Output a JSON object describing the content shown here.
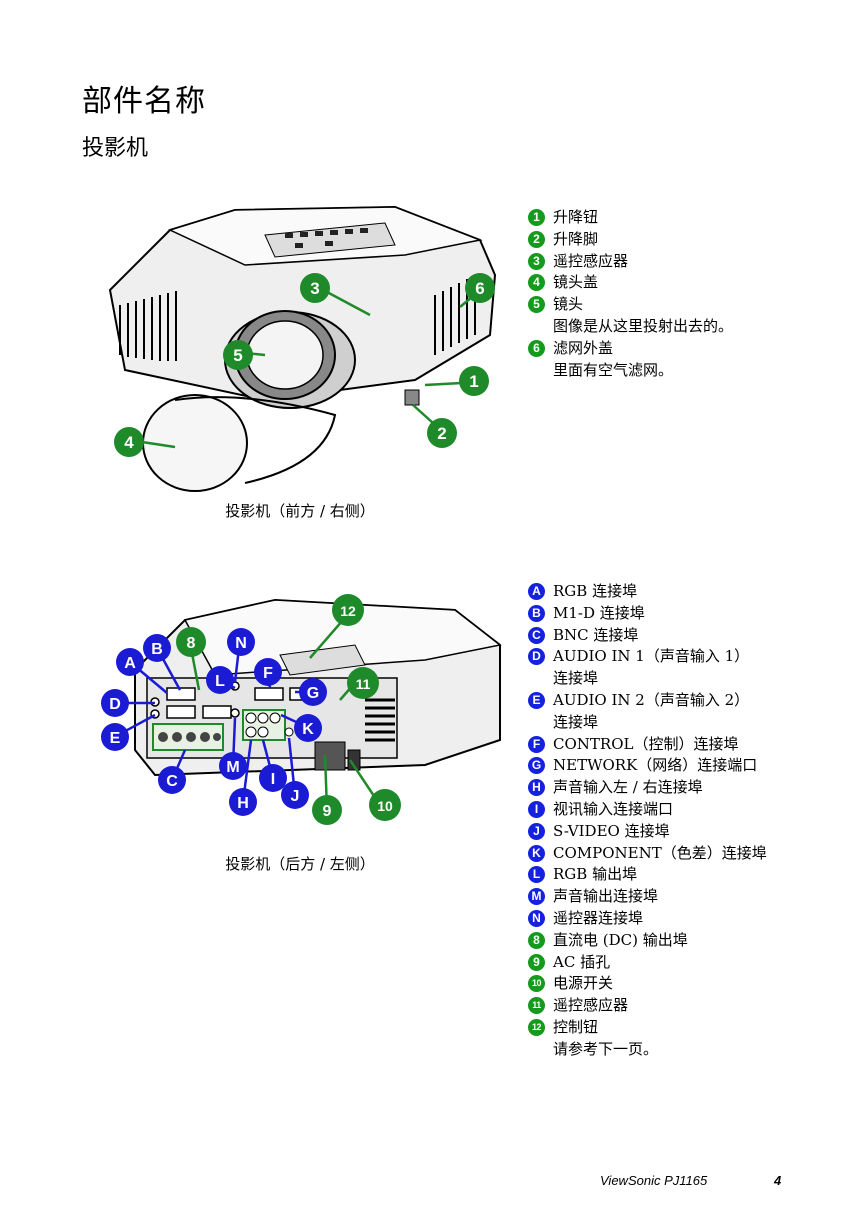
{
  "title": "部件名称",
  "subtitle": "投影机",
  "colors": {
    "green_badge": "#149a1c",
    "blue_badge": "#1422e0",
    "callout_green": "#1f8a2a",
    "callout_blue": "#1b1bd4"
  },
  "front": {
    "caption": "投影机（前方 / 右侧）",
    "callouts": [
      "1",
      "2",
      "3",
      "4",
      "5",
      "6"
    ],
    "items": [
      {
        "num": "1",
        "label": "升降钮"
      },
      {
        "num": "2",
        "label": "升降脚"
      },
      {
        "num": "3",
        "label": "遥控感应器"
      },
      {
        "num": "4",
        "label": "镜头盖"
      },
      {
        "num": "5",
        "label": "镜头",
        "sub": "图像是从这里投射出去的。"
      },
      {
        "num": "6",
        "label": "滤网外盖",
        "sub": "里面有空气滤网。"
      }
    ]
  },
  "rear": {
    "caption": "投影机（后方 / 左侧）",
    "callouts": [
      "A",
      "B",
      "C",
      "D",
      "E",
      "F",
      "G",
      "H",
      "I",
      "J",
      "K",
      "L",
      "M",
      "N",
      "8",
      "9",
      "10",
      "11",
      "12"
    ],
    "items": [
      {
        "num": "A",
        "label": "RGB 连接埠"
      },
      {
        "num": "B",
        "label": "M1-D 连接埠"
      },
      {
        "num": "C",
        "label": "BNC 连接埠"
      },
      {
        "num": "D",
        "label": "AUDIO  IN  1（声音输入 1）",
        "sub": "连接埠"
      },
      {
        "num": "E",
        "label": "AUDIO  IN  2（声音输入 2）",
        "sub": "连接埠"
      },
      {
        "num": "F",
        "label": "CONTROL（控制）连接埠"
      },
      {
        "num": "G",
        "label": "NETWORK（网络）连接端口"
      },
      {
        "num": "H",
        "label": "声音输入左 / 右连接埠"
      },
      {
        "num": "I",
        "label": "视讯输入连接端口"
      },
      {
        "num": "J",
        "label": "S-VIDEO 连接埠"
      },
      {
        "num": "K",
        "label": "COMPONENT（色差）连接埠"
      },
      {
        "num": "L",
        "label": "RGB 输出埠"
      },
      {
        "num": "M",
        "label": "声音输出连接埠"
      },
      {
        "num": "N",
        "label": "遥控器连接埠"
      },
      {
        "num": "8",
        "label": "直流电 (DC) 输出埠"
      },
      {
        "num": "9",
        "label": "AC 插孔"
      },
      {
        "num": "10",
        "label": "电源开关"
      },
      {
        "num": "11",
        "label": "遥控感应器"
      },
      {
        "num": "12",
        "label": "控制钮",
        "sub": "请参考下一页。"
      }
    ]
  },
  "footer": {
    "brand": "ViewSonic  PJ1165",
    "page": "4"
  }
}
